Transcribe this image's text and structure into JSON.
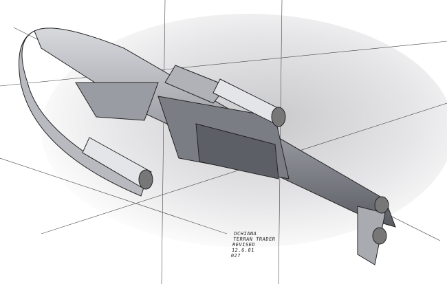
{
  "caption": {
    "lines": [
      "DCHIANA",
      "TERRAN TRADER",
      "REVISED",
      "12.6.01",
      "027"
    ]
  },
  "colors": {
    "background": "#ffffff",
    "hull": "#8a8c94",
    "shadow": "#55575e",
    "ink": "#222222"
  }
}
